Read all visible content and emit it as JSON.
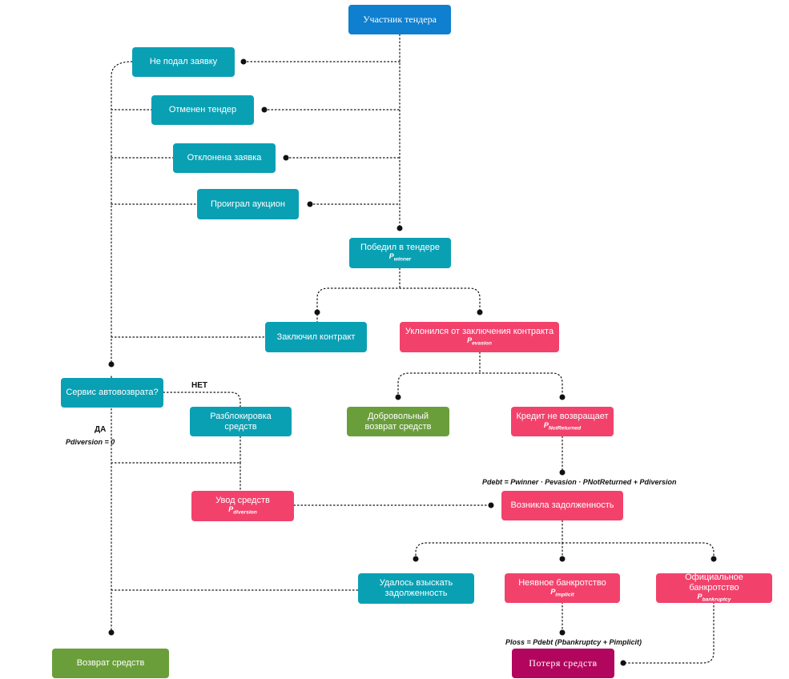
{
  "diagram": {
    "nodes": {
      "tender_participant": "Участник тендера",
      "no_application": "Не подал заявку",
      "tender_cancelled": "Отменен тендер",
      "application_rejected": "Отклонена заявка",
      "auction_lost": "Проиграл аукцион",
      "won_tender": {
        "label": "Победил в тендере",
        "p": "P",
        "sub": "winner"
      },
      "contract_signed": "Заключил контракт",
      "evaded_contract": {
        "label": "Уклонился от заключения контракта",
        "p": "P",
        "sub": "evasion"
      },
      "auto_return_service": "Сервис автовозврата?",
      "unblock_funds": "Разблокировка средств",
      "voluntary_return": "Добровольный возврат средств",
      "credit_not_returned": {
        "label": "Кредит не возвращает",
        "p": "P",
        "sub": "NotReturned"
      },
      "funds_diversion": {
        "label": "Увод средств",
        "p": "P",
        "sub": "diversion"
      },
      "debt_arose": "Возникла задолженность",
      "debt_recovered": "Удалось взыскать задолженность",
      "implicit_bankruptcy": {
        "label": "Неявное банкротство",
        "p": "P",
        "sub": "implicit"
      },
      "official_bankruptcy": {
        "label": "Официальное банкротство",
        "p": "P",
        "sub": "bankruptcy"
      },
      "funds_return": "Возврат средств",
      "funds_loss": "Потеря средств"
    },
    "labels": {
      "no": "НЕТ",
      "yes": "ДА",
      "p_diversion_zero": "Pdiversion = 0"
    },
    "formulas": {
      "p_debt": "Pdebt = Pwinner · Pevasion · PNotReturned + Pdiversion",
      "p_loss": "Ploss = Pdebt (Pbankruptcy + Pimplicit)"
    },
    "colors": {
      "teal": "#0aa0b4",
      "blue": "#0f7fcf",
      "pink": "#f2426c",
      "green": "#6a9e3b",
      "magenta": "#b2065e",
      "connector": "#111111"
    }
  }
}
